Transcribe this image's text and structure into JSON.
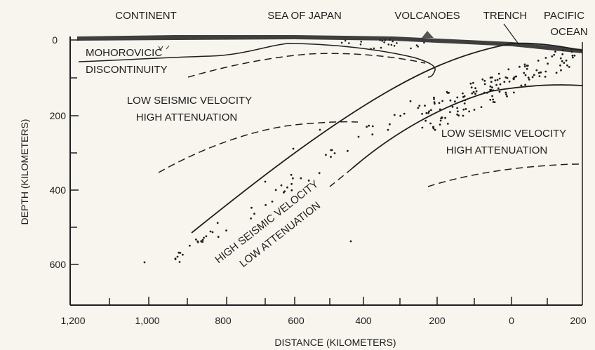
{
  "labels": {
    "continent": "CONTINENT",
    "sea_of_japan": "SEA OF JAPAN",
    "volcanoes": "VOLCANOES",
    "trench": "TRENCH",
    "pacific": "PACIFIC",
    "ocean": "OCEAN",
    "moho_1": "MOHOROVICIC",
    "moho_2": "DISCONTINUITY",
    "low_left_1": "LOW SEISMIC VELOCITY",
    "low_left_2": "HIGH ATTENUATION",
    "low_right_1": "LOW SEISMIC VELOCITY",
    "low_right_2": "HIGH ATTENUATION",
    "slab_1": "HIGH SEISMIC VELOCITY",
    "slab_2": "LOW ATTENUATION"
  },
  "axes": {
    "x_title": "DISTANCE (KILOMETERS)",
    "y_title": "DEPTH (KILOMETERS)",
    "x_ticks": [
      "1,200",
      "1,000",
      "800",
      "600",
      "400",
      "200",
      "0",
      "200"
    ],
    "y_ticks": [
      "0",
      "200",
      "400",
      "600"
    ]
  },
  "colors": {
    "ink": "#1e1e1e",
    "paper": "#f7f5ee"
  }
}
